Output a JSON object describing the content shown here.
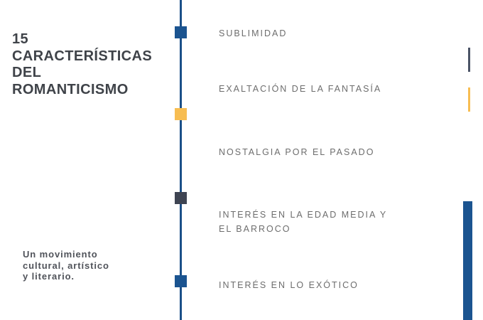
{
  "slide": {
    "background_color": "#ffffff",
    "title_color": "#3f4349",
    "accent_navy": "#1b5490",
    "accent_amber": "#f7bd52",
    "accent_slate": "#3e4452",
    "list_text_color": "#6d6d6d"
  },
  "title": {
    "lines": [
      "15",
      "CARACTERÍSTICAS",
      "DEL",
      "ROMANTICISMO"
    ]
  },
  "subtitle": {
    "lines": [
      "Un movimiento",
      "cultural, artístico",
      "y literario."
    ]
  },
  "timeline": {
    "axis_color": "#1b4f88",
    "items": [
      {
        "label": "SUBLIMIDAD",
        "label_line2": "",
        "marker": "navy",
        "marker_color": "#1b5490",
        "has_marker": true
      },
      {
        "label": "EXALTACIÓN DE LA FANTASÍA",
        "label_line2": "",
        "marker": "amber",
        "marker_color": "#f7bd52",
        "has_marker": true
      },
      {
        "label": "NOSTALGIA POR EL PASADO",
        "label_line2": "",
        "marker": "none",
        "marker_color": "",
        "has_marker": false
      },
      {
        "label": "INTERÉS EN LA EDAD MEDIA Y",
        "label_line2": "EL BARROCO",
        "marker": "slate",
        "marker_color": "#3e4452",
        "has_marker": true
      },
      {
        "label": "INTERÉS EN LO EXÓTICO",
        "label_line2": "",
        "marker": "navy",
        "marker_color": "#1b5490",
        "has_marker": true
      }
    ]
  },
  "decorations": {
    "bar_dark_color": "#4b5366",
    "bar_amber_color": "#f7bd52",
    "bar_blue_color": "#1b5490"
  }
}
